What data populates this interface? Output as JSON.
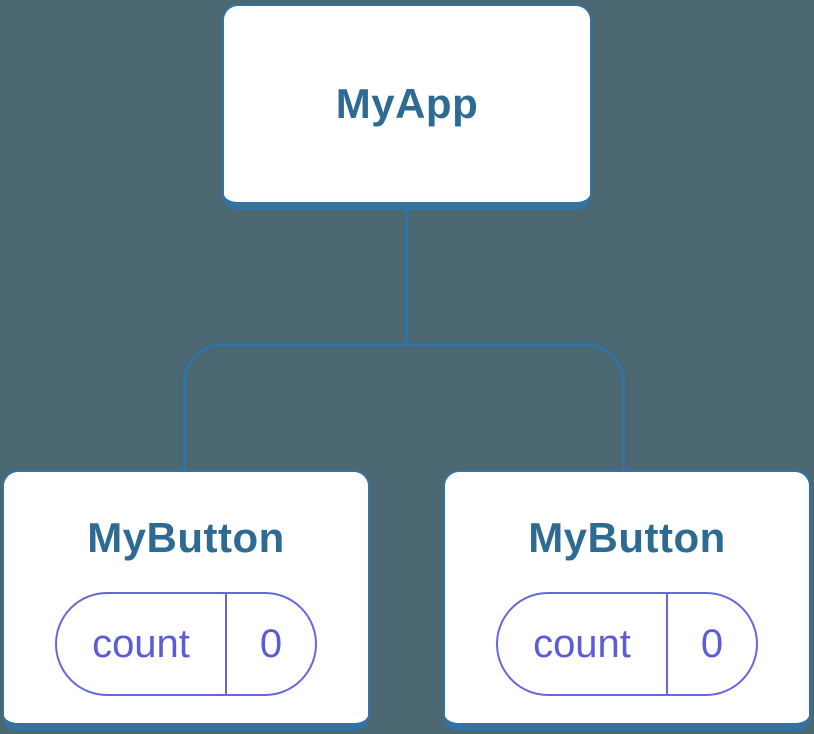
{
  "diagram": {
    "type": "component-tree",
    "root": {
      "title": "MyApp"
    },
    "children": [
      {
        "title": "MyButton",
        "state": {
          "label": "count",
          "value": "0"
        }
      },
      {
        "title": "MyButton",
        "state": {
          "label": "count",
          "value": "0"
        }
      }
    ],
    "colors": {
      "background": "#4B6771",
      "connector": "#3273A4",
      "node_border": "#3273A4",
      "node_title_text": "#2E6B93",
      "state_pill_border": "#6767DC",
      "state_pill_text": "#5C5CD6",
      "node_background": "#FFFFFF"
    }
  }
}
